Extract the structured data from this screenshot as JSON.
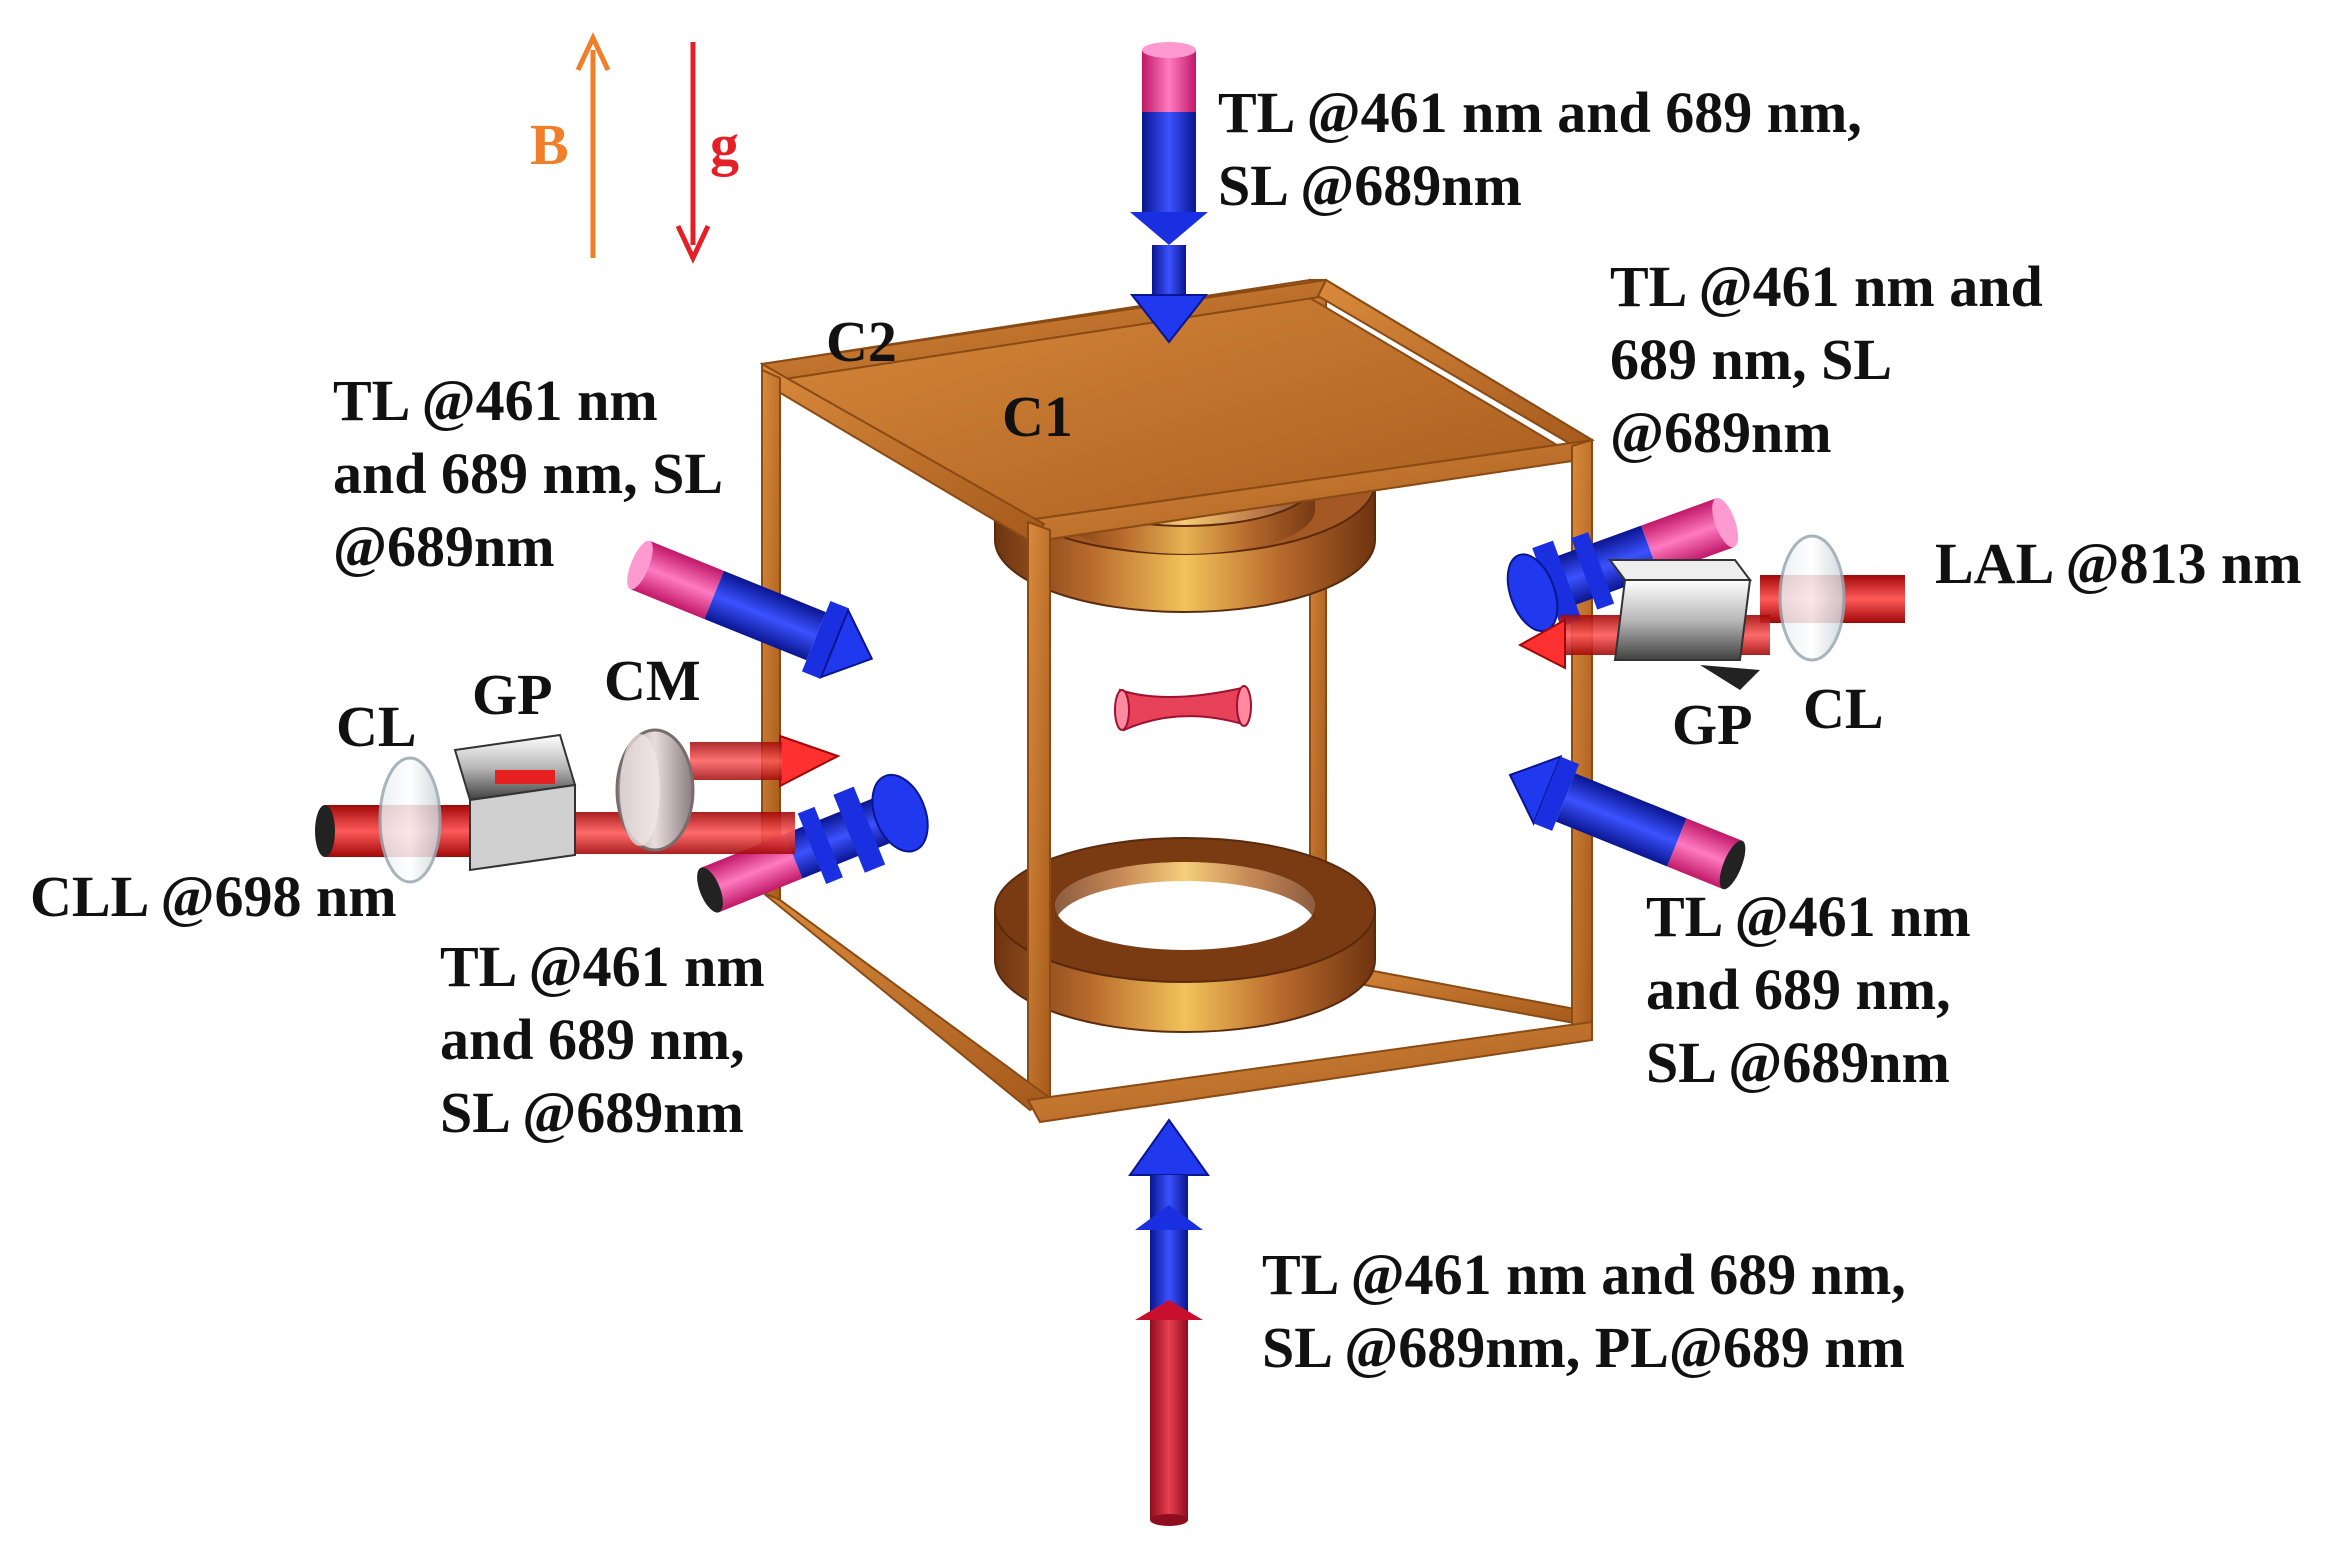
{
  "colors": {
    "frame": "#c0722a",
    "frame_dark": "#8a4a14",
    "coil": "#b86a2c",
    "coil_highlight": "#f2c25a",
    "beam_blue": "#1a2fe0",
    "beam_pink": "#ff3d9a",
    "beam_red": "#ff2020",
    "beam_darkred": "#c8102e",
    "B_arrow": "#f07f2a",
    "g_arrow": "#e41f26",
    "text": "#111111"
  },
  "axes": {
    "B": "B",
    "g": "g"
  },
  "coils": {
    "outer": "C2",
    "inner": "C1"
  },
  "beams": {
    "top": [
      "TL @461 nm and 689 nm,",
      "SL @689nm"
    ],
    "upper_right": [
      "TL @461 nm and",
      "689 nm,  SL",
      "@689nm"
    ],
    "upper_left": [
      "TL @461 nm",
      "and 689 nm,  SL",
      "@689nm"
    ],
    "lower_left": [
      "TL @461 nm",
      "and 689 nm,",
      "SL @689nm"
    ],
    "lower_right": [
      "TL @461 nm",
      "and 689 nm,",
      "SL @689nm"
    ],
    "bottom": [
      "TL @461 nm and 689 nm,",
      "SL @689nm, PL@689 nm"
    ]
  },
  "lattice": "LAL @813 nm",
  "clock": "CLL @698 nm",
  "optics": {
    "left_cl": "CL",
    "left_gp": "GP",
    "left_cm": "CM",
    "right_gp": "GP",
    "right_cl": "CL"
  }
}
